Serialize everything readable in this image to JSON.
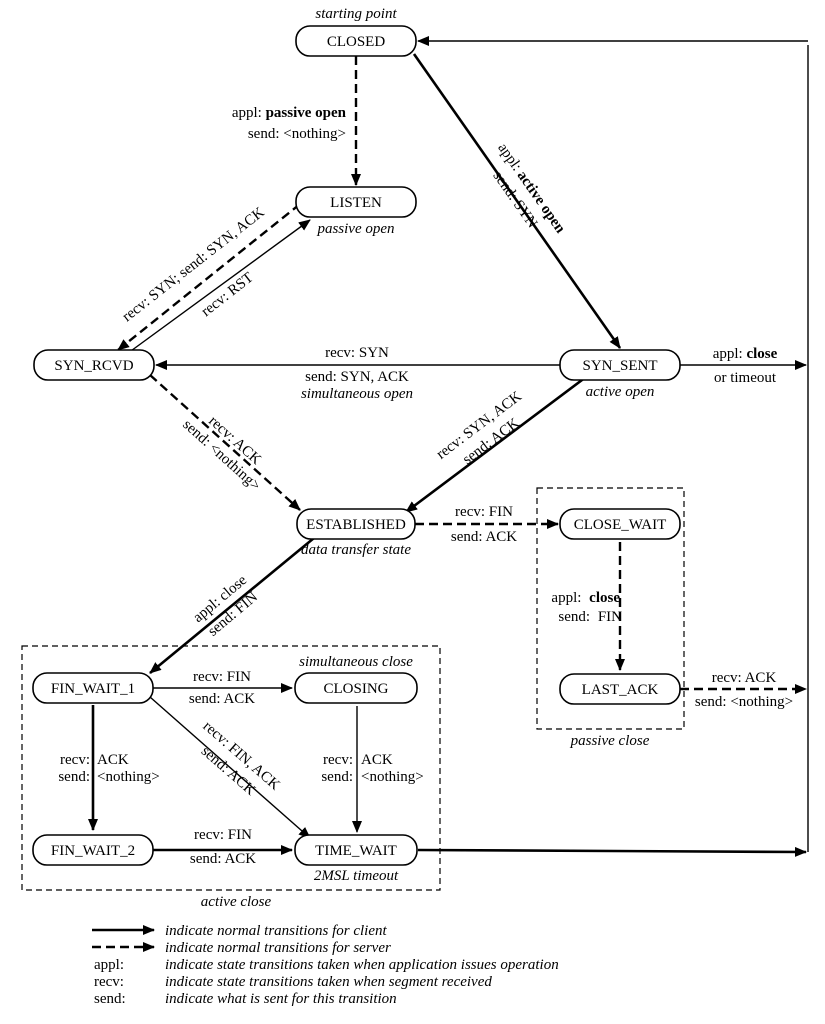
{
  "states": {
    "closed": "CLOSED",
    "listen": "LISTEN",
    "syn_rcvd": "SYN_RCVD",
    "syn_sent": "SYN_SENT",
    "established": "ESTABLISHED",
    "close_wait": "CLOSE_WAIT",
    "last_ack": "LAST_ACK",
    "fin_wait_1": "FIN_WAIT_1",
    "closing": "CLOSING",
    "fin_wait_2": "FIN_WAIT_2",
    "time_wait": "TIME_WAIT"
  },
  "captions": {
    "starting_point": "starting point",
    "passive_open": "passive open",
    "active_open": "active open",
    "simultaneous_open": "simultaneous open",
    "data_transfer": "data transfer state",
    "simultaneous_close": "simultaneous close",
    "passive_close": "passive close",
    "active_close": "active close",
    "timeout_2msl": "2MSL timeout"
  },
  "transitions": {
    "closed_listen": {
      "appl_prefix": "appl: ",
      "appl_op": "passive open",
      "send": "send: <nothing>"
    },
    "closed_synsent": {
      "appl_prefix": "appl: ",
      "appl_op": "active open",
      "send": "send: SYN"
    },
    "listen_synrcvd": {
      "label": "recv: SYN;  send: SYN, ACK"
    },
    "synrcvd_listen": {
      "label": "recv: RST"
    },
    "synsent_synrcvd": {
      "recv": "recv: SYN",
      "send": "send: SYN, ACK"
    },
    "synsent_close": {
      "appl_prefix": "appl: ",
      "appl_op": "close",
      "line2": "or timeout"
    },
    "synrcvd_est": {
      "recv": "recv: ACK",
      "send": "send: <nothing>"
    },
    "synsent_est": {
      "recv": "recv: SYN, ACK",
      "send": "send: ACK"
    },
    "est_closewait": {
      "recv": "recv: FIN",
      "send": "send: ACK"
    },
    "closewait_lastack": {
      "appl_prefix": "appl: ",
      "appl_op": "close",
      "send_prefix": "send: ",
      "send_val": "FIN"
    },
    "lastack_closed": {
      "recv": "recv: ACK",
      "send": "send: <nothing>"
    },
    "est_finwait1": {
      "appl": "appl: close",
      "send": "send: FIN"
    },
    "finwait1_closing": {
      "recv": "recv: FIN",
      "send": "send: ACK"
    },
    "finwait1_timewait": {
      "recv": "recv: FIN, ACK",
      "send": "send: ACK"
    },
    "finwait1_finwait2": {
      "recv_prefix": "recv:",
      "recv_val": "ACK",
      "send_prefix": "send:",
      "send_val": "<nothing>"
    },
    "closing_timewait": {
      "recv_prefix": "recv:",
      "recv_val": "ACK",
      "send_prefix": "send:",
      "send_val": "<nothing>"
    },
    "finwait2_timewait": {
      "recv": "recv: FIN",
      "send": "send: ACK"
    }
  },
  "legend": [
    {
      "key": "",
      "text": "indicate normal transitions for client"
    },
    {
      "key": "",
      "text": "indicate normal transitions for server"
    },
    {
      "key": "appl:",
      "text": "indicate state transitions taken when application issues operation"
    },
    {
      "key": "recv:",
      "text": "indicate state transitions taken when segment received"
    },
    {
      "key": "send:",
      "text": "indicate what is sent for this transition"
    }
  ]
}
